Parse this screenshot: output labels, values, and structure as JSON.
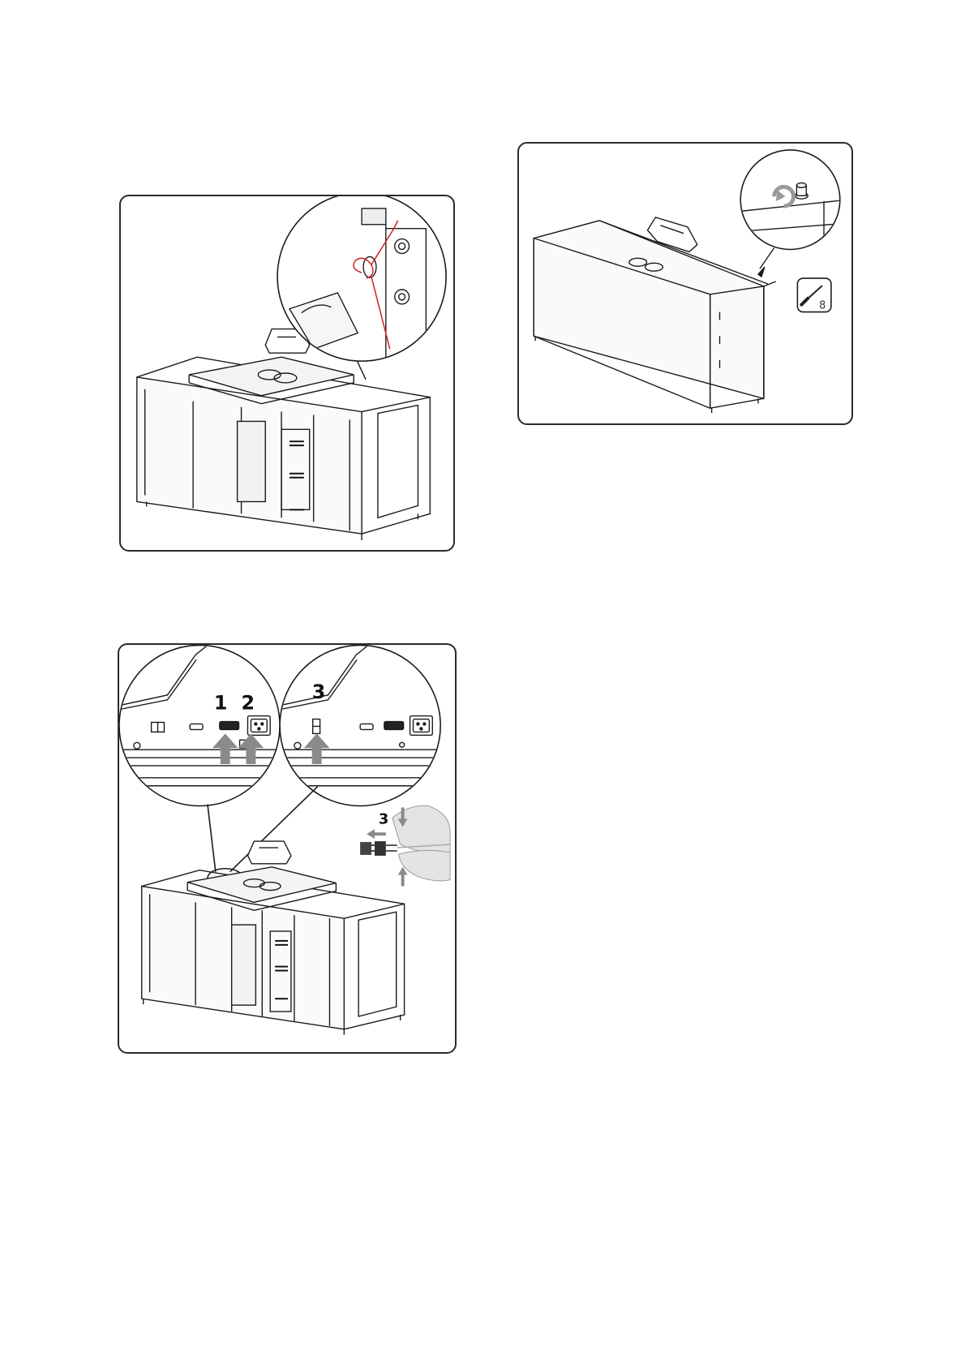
{
  "figures": [
    {
      "id": "fig-top-left",
      "description_hidden": true
    },
    {
      "id": "fig-top-right",
      "tool_size": "8"
    },
    {
      "id": "fig-bottom-left",
      "callouts": [
        "1",
        "2",
        "3"
      ],
      "plug_callout": "3"
    }
  ],
  "colors": {
    "line": "#1a1a1a",
    "accent_red": "#d42a2a",
    "arrow_gray": "#8a8a8a",
    "hand_fill": "#e4e4e4"
  }
}
